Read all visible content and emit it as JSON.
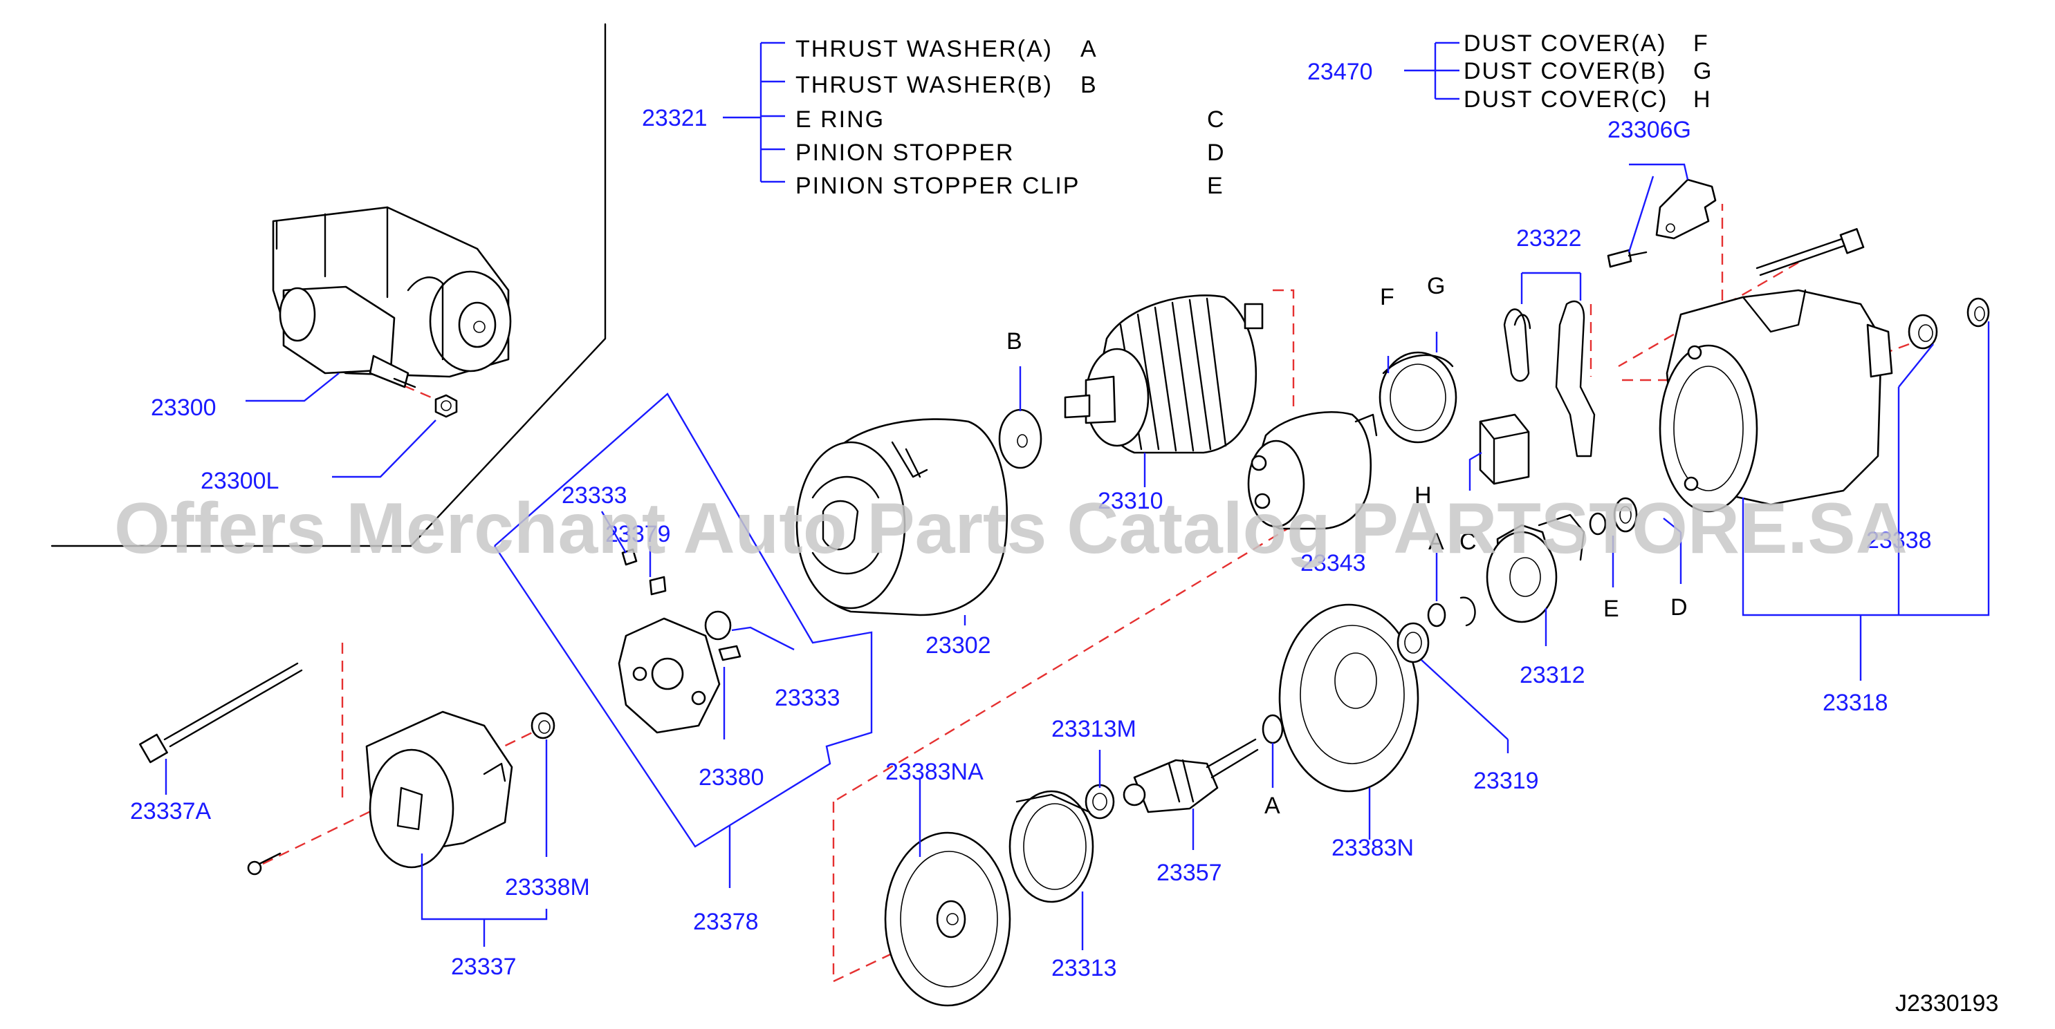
{
  "legend_23321": {
    "number": "23321",
    "items": [
      {
        "name": "THRUST WASHER(A)",
        "code": "A"
      },
      {
        "name": "THRUST WASHER(B)",
        "code": "B"
      },
      {
        "name": "E RING",
        "code": "C"
      },
      {
        "name": "PINION STOPPER",
        "code": "D"
      },
      {
        "name": "PINION STOPPER CLIP",
        "code": "E"
      }
    ]
  },
  "legend_23470": {
    "number": "23470",
    "items": [
      {
        "name": "DUST COVER(A)",
        "code": "F"
      },
      {
        "name": "DUST COVER(B)",
        "code": "G"
      },
      {
        "name": "DUST COVER(C)",
        "code": "H"
      }
    ]
  },
  "parts": {
    "p23300": "23300",
    "p23300L": "23300L",
    "p23306G": "23306G",
    "p23322": "23322",
    "p23310": "23310",
    "p23302": "23302",
    "p23333a": "23333",
    "p23379": "23379",
    "p23333b": "23333",
    "p23380": "23380",
    "p23378": "23378",
    "p23337A": "23337A",
    "p23338M": "23338M",
    "p23337": "23337",
    "p23383NA": "23383NA",
    "p23313M": "23313M",
    "p23313": "23313",
    "p23357": "23357",
    "p23383N": "23383N",
    "p23319": "23319",
    "p23312": "23312",
    "p23343": "23343",
    "p23318": "23318",
    "p23338": "23338"
  },
  "letters": {
    "B": "B",
    "F": "F",
    "G": "G",
    "H": "H",
    "A1": "A",
    "C": "C",
    "E": "E",
    "D": "D",
    "A2": "A"
  },
  "diagram_code": "J2330193",
  "watermark": "Offers Merchant Auto Parts Catalog PARTSTORE.SA",
  "colors": {
    "part_number": "#1a1aff",
    "leader": "#1a1aff",
    "dashed_line": "#e53030",
    "watermark": "#c8c8c8"
  }
}
